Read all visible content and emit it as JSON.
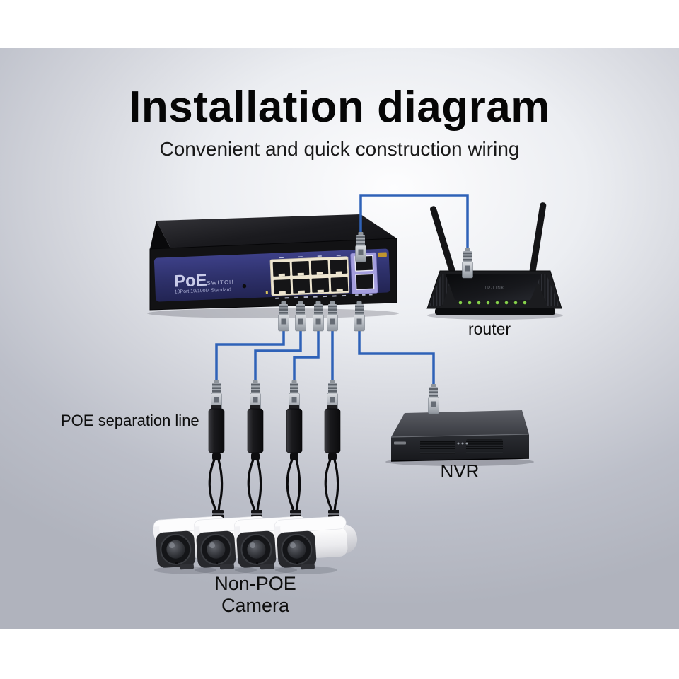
{
  "header": {
    "title": "Installation diagram",
    "subtitle": "Convenient and quick construction wiring"
  },
  "poe_switch": {
    "brand": "PoE",
    "type_label": "SWITCH",
    "spec": "10Port 10/100M Standard",
    "poe_ports": 8,
    "uplink_ports": 2
  },
  "router": {
    "label": "router",
    "brand": "TP-LINK",
    "led_count": 8,
    "antenna_count": 2
  },
  "nvr": {
    "label": "NVR"
  },
  "poe_splitter": {
    "label": "POE separation line",
    "count": 4
  },
  "camera": {
    "label": "Non-POE Camera",
    "count": 4
  },
  "cabling": {
    "color": "#2f62b8",
    "switch_to_router": 1,
    "switch_to_splitter": 4,
    "switch_to_nvr": 1,
    "patch_connectors_under_switch": 5
  },
  "palette": {
    "background_edge": "#b2b5bf",
    "background_center": "#fdfdfe",
    "switch_panel": "#32356f",
    "port_block": "#ede5d0",
    "uplink_block": "#a49ede",
    "router_led": "#86d24a",
    "sticker_yellow": "#c1962e"
  }
}
